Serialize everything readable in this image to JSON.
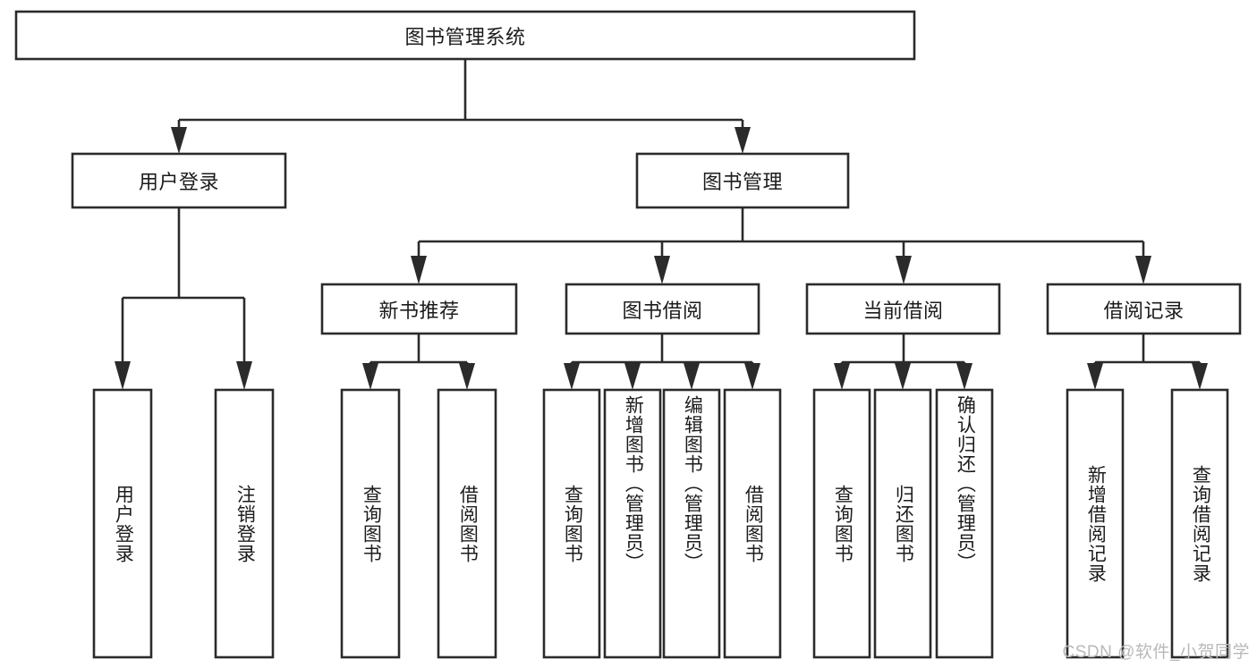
{
  "diagram": {
    "type": "hierarchy-tree",
    "title": "图书管理系统",
    "watermark": "CSDN @软件_小贺同学",
    "colors": {
      "background": "#ffffff",
      "box_fill": "#ffffff",
      "box_stroke": "#2b2b2b",
      "text": "#1c1c1c",
      "watermark": "#b9b9b9"
    },
    "levels": {
      "root": "图书管理系统",
      "level2": [
        "用户登录",
        "图书管理"
      ],
      "level3": [
        "新书推荐",
        "图书借阅",
        "当前借阅",
        "借阅记录"
      ]
    },
    "nodes": {
      "root": {
        "label": "图书管理系统",
        "orientation": "horizontal"
      },
      "user_login": {
        "label": "用户登录",
        "orientation": "horizontal"
      },
      "book_manage": {
        "label": "图书管理",
        "orientation": "horizontal"
      },
      "new_book_rec": {
        "label": "新书推荐",
        "orientation": "horizontal"
      },
      "book_borrow": {
        "label": "图书借阅",
        "orientation": "horizontal"
      },
      "current_borrow": {
        "label": "当前借阅",
        "orientation": "horizontal"
      },
      "borrow_record": {
        "label": "借阅记录",
        "orientation": "horizontal"
      },
      "leaf_user_login": {
        "label": "用户登录",
        "orientation": "vertical"
      },
      "leaf_logout": {
        "label": "注销登录",
        "orientation": "vertical"
      },
      "leaf_query_book_1": {
        "label": "查询图书",
        "orientation": "vertical"
      },
      "leaf_borrow_book_1": {
        "label": "借阅图书",
        "orientation": "vertical"
      },
      "leaf_query_book_2": {
        "label": "查询图书",
        "orientation": "vertical"
      },
      "leaf_add_book": {
        "label": "新增图书（管理员）",
        "orientation": "vertical"
      },
      "leaf_edit_book": {
        "label": "编辑图书（管理员）",
        "orientation": "vertical"
      },
      "leaf_borrow_book_2": {
        "label": "借阅图书",
        "orientation": "vertical"
      },
      "leaf_query_book_3": {
        "label": "查询图书",
        "orientation": "vertical"
      },
      "leaf_return_book": {
        "label": "归还图书",
        "orientation": "vertical"
      },
      "leaf_confirm_return": {
        "label": "确认归还（管理员）",
        "orientation": "vertical"
      },
      "leaf_add_record": {
        "label": "新增借阅记录",
        "orientation": "vertical"
      },
      "leaf_query_record": {
        "label": "查询借阅记录",
        "orientation": "vertical"
      }
    },
    "edges": [
      {
        "from": "图书管理系统",
        "to": "用户登录"
      },
      {
        "from": "图书管理系统",
        "to": "图书管理"
      },
      {
        "from": "用户登录",
        "to": "用户登录"
      },
      {
        "from": "用户登录",
        "to": "注销登录"
      },
      {
        "from": "图书管理",
        "to": "新书推荐"
      },
      {
        "from": "图书管理",
        "to": "图书借阅"
      },
      {
        "from": "图书管理",
        "to": "当前借阅"
      },
      {
        "from": "图书管理",
        "to": "借阅记录"
      },
      {
        "from": "新书推荐",
        "to": "查询图书"
      },
      {
        "from": "新书推荐",
        "to": "借阅图书"
      },
      {
        "from": "图书借阅",
        "to": "查询图书"
      },
      {
        "from": "图书借阅",
        "to": "新增图书（管理员）"
      },
      {
        "from": "图书借阅",
        "to": "编辑图书（管理员）"
      },
      {
        "from": "图书借阅",
        "to": "借阅图书"
      },
      {
        "from": "当前借阅",
        "to": "查询图书"
      },
      {
        "from": "当前借阅",
        "to": "归还图书"
      },
      {
        "from": "当前借阅",
        "to": "确认归还（管理员）"
      },
      {
        "from": "借阅记录",
        "to": "新增借阅记录"
      },
      {
        "from": "借阅记录",
        "to": "查询借阅记录"
      }
    ]
  }
}
